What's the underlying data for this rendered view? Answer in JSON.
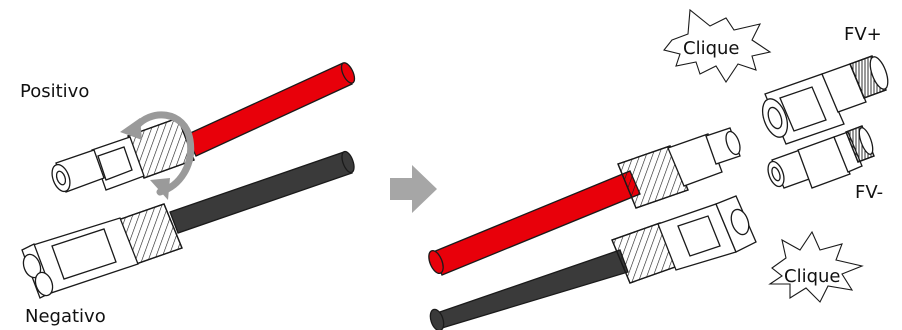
{
  "labels": {
    "positive": "Positivo",
    "negative": "Negativo",
    "pv_plus": "FV+",
    "pv_minus": "FV-",
    "click_top": "Clique",
    "click_bottom": "Clique"
  },
  "colors": {
    "positive_cable": "#e8000a",
    "negative_cable": "#3a3a3a",
    "arrow": "#a6a6a6",
    "outline": "#1a1a1a",
    "rotation_arrow": "#9a9a9a"
  },
  "icons": {
    "step_arrow": "right-arrow-icon",
    "rotation": "rotate-icon",
    "click_burst": "starburst-icon"
  }
}
